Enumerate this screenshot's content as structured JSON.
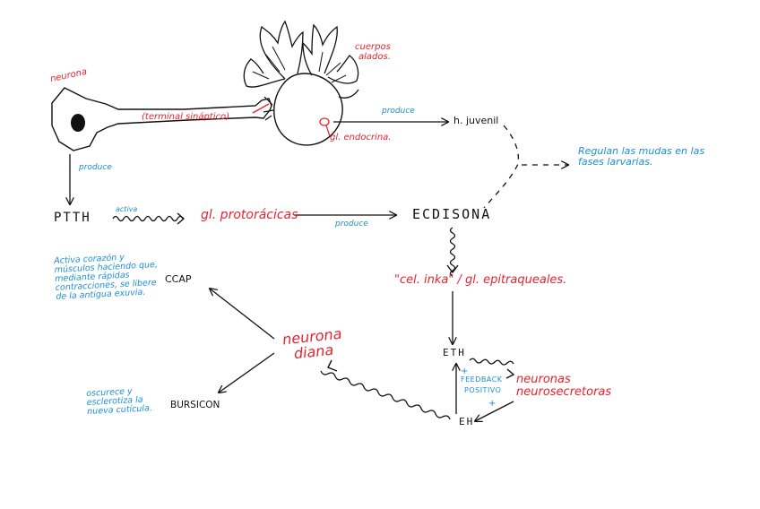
{
  "labels": {
    "neurona": "neurona",
    "terminal_sinaptico": "(terminal sináptico)",
    "cuerpos_alados": [
      "cuerpos",
      "alados."
    ],
    "gl_endocrina": "gl. endocrina.",
    "produce_1": "produce",
    "h_juvenil": "h. juvenil",
    "regulan": [
      "Regulan las mudas en las",
      "fases larvarias."
    ],
    "produce_2": "produce",
    "ptth": "PTTH",
    "activa": "activa",
    "gl_protoracicas": "gl. protorácicas",
    "produce_3": "produce",
    "ecdisona": "ECDISONA",
    "cel_inka": "\"cel. inka\" / gl. epitraqueales.",
    "activa_corazon": [
      "Activa corazón y",
      "músculos haciendo que,",
      "mediante rápidas",
      "contracciones, se libere",
      "de la antigua exuvia."
    ],
    "ccap": "CCAP",
    "neurona_diana": [
      "neurona",
      "diana"
    ],
    "eth": "ETH",
    "plus_1": "+",
    "feedback": [
      "FEEDBACK",
      "POSITIVO"
    ],
    "plus_2": "+",
    "neuronas_neurosecretoras": [
      "neuronas",
      "neurosecretoras"
    ],
    "oscurece": [
      "oscurece y",
      "esclerotiza la",
      "nueva cutícula."
    ],
    "bursicon": "BURSICON",
    "eh": "EH"
  },
  "colors": {
    "red": "#e8222e",
    "blue": "#1a8fd1",
    "ink": "#111111"
  },
  "icons": {
    "neuron_cell": "neuron-icon",
    "corpora_allata": "brain-glands-icon"
  }
}
